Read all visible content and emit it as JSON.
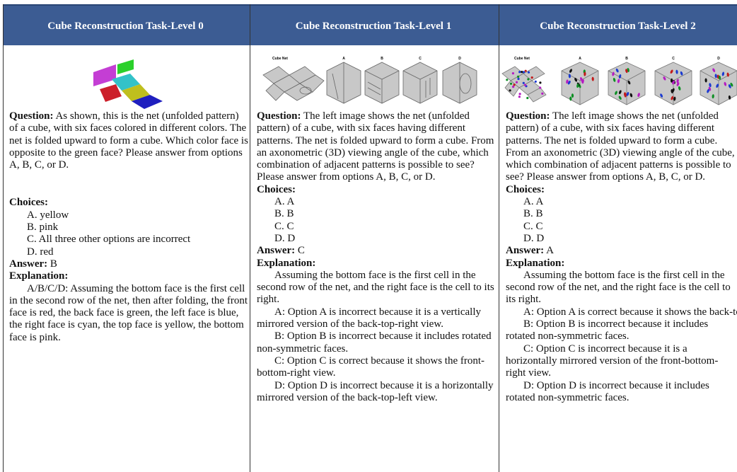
{
  "columns": [
    {
      "title": "Cube Reconstruction Task-Level 0",
      "question_label": "Question:",
      "question": "As shown, this is the net (unfolded pattern) of a cube, with six faces colored in different colors. The net is folded upward to form a cube. Which color face is opposite to the green face? Please answer from options A, B, C, or D.",
      "choices_label": "Choices:",
      "choices": [
        "A. yellow",
        "B. pink",
        "C. All three other options are incorrect",
        "D. red"
      ],
      "answer_label": "Answer:",
      "answer": "B",
      "explanation_label": "Explanation:",
      "explanation": [
        "A/B/C/D: Assuming the bottom face is the first cell in the second row of the net, then after folding, the front face is red, the back face is green, the left face is blue, the right face is cyan, the top face is yellow, the bottom face is pink."
      ],
      "figure": {
        "colors": {
          "green": "#2bd02b",
          "pink": "#c43ed4",
          "cyan": "#33c2c8",
          "red": "#cc1f2a",
          "yellow": "#bfbf1e",
          "blue": "#1f1fbf"
        }
      }
    },
    {
      "title": "Cube Reconstruction Task-Level 1",
      "question_label": "Question:",
      "question": "The left image shows the net (unfolded pattern) of a cube, with six faces having different patterns. The net is folded upward to form a cube. From an axonometric (3D) viewing angle of the cube, which combination of adjacent patterns is possible to see? Please answer from options A, B, C, or D.",
      "choices_label": "Choices:",
      "choices": [
        "A. A",
        "B. B",
        "C. C",
        "D. D"
      ],
      "answer_label": "Answer:",
      "answer": "C",
      "explanation_label": "Explanation:",
      "explanation": [
        "Assuming the bottom face is the first cell in the second row of the net, and the right face is the cell to its right.",
        "A: Option A is incorrect because it is a vertically mirrored version of the back-top-right view.",
        "B: Option B is incorrect because it includes rotated non-symmetric faces.",
        "C: Option C is correct because it shows the front-bottom-right view.",
        "D: Option D is incorrect because it is a horizontally mirrored version of the back-top-left view."
      ],
      "figure": {
        "labels": [
          "Cube Net",
          "A",
          "B",
          "C",
          "D"
        ]
      }
    },
    {
      "title": "Cube Reconstruction Task-Level 2",
      "question_label": "Question:",
      "question": "The left image shows the net (unfolded pattern) of a cube, with six faces having different patterns. The net is folded upward to form a cube. From an axonometric (3D) viewing angle of the cube, which combination of adjacent patterns is possible to see? Please answer from options A, B, C, or D.",
      "choices_label": "Choices:",
      "choices": [
        "A. A",
        "B. B",
        "C. C",
        "D. D"
      ],
      "answer_label": "Answer:",
      "answer": "A",
      "explanation_label": "Explanation:",
      "explanation": [
        "Assuming the bottom face is the first cell in the second row of the net, and the right face is the cell to its right.",
        "A: Option A is correct because it shows the back-top-right view.",
        "B: Option B is incorrect because it includes rotated non-symmetric faces.",
        "C: Option C is incorrect because it is a horizontally mirrored version of the front-bottom-right view.",
        "D: Option D is incorrect because it includes rotated non-symmetric faces."
      ],
      "figure": {
        "labels": [
          "Cube Net",
          "A",
          "B",
          "C",
          "D"
        ]
      }
    }
  ]
}
